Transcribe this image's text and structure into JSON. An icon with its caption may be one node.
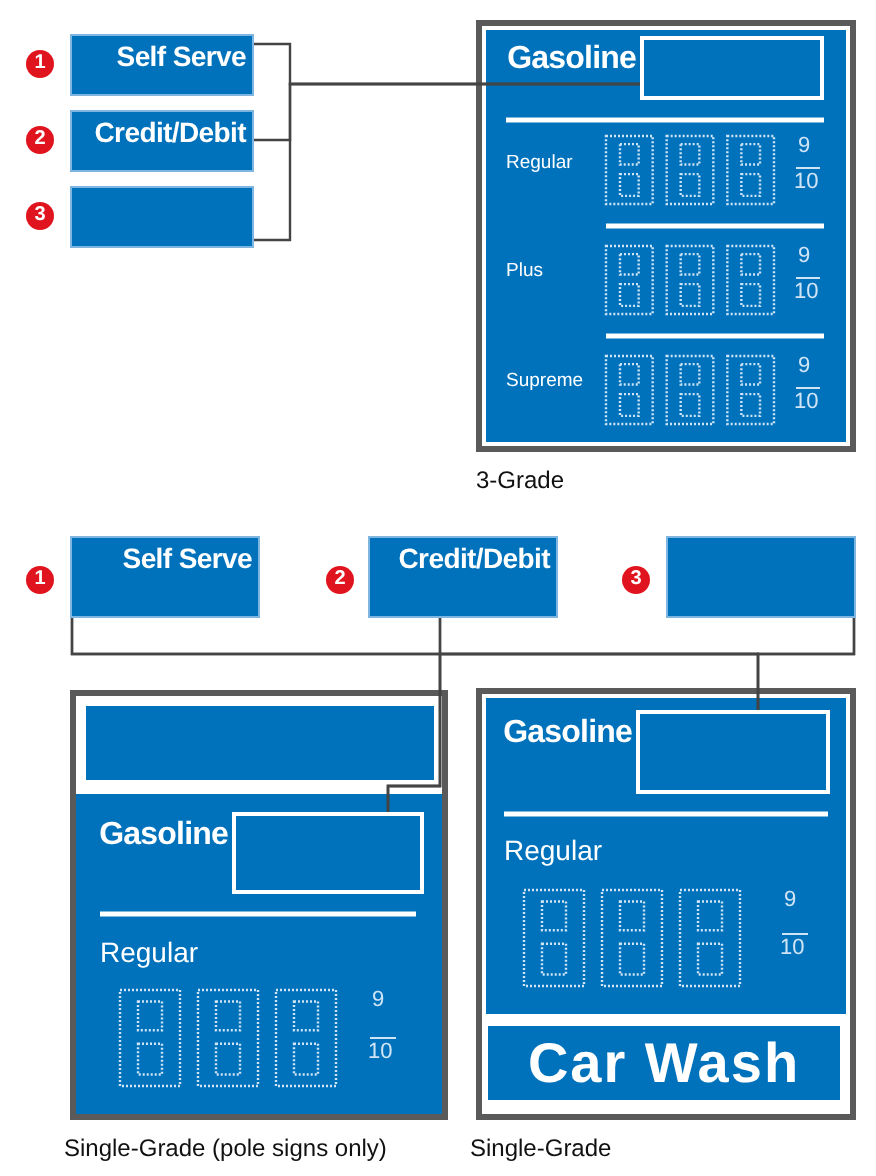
{
  "diagram": {
    "nodes": [
      {
        "text": [
          "Self Serve"
        ]
      },
      {
        "text": [
          "Credit/Debit"
        ]
      },
      {
        "text": [],
        "shape": "box"
      },
      {
        "text": [
          "3-Grade"
        ]
      },
      {
        "text": [],
        "shape": "box",
        "in": 3,
        "beside": [
          "Gasoline"
        ]
      },
      {
        "text": [
          "Self Serve"
        ]
      },
      {
        "text": [
          "Credit/Debit"
        ]
      },
      {
        "text": [],
        "shape": "box"
      },
      {
        "text": [
          "Single-Grade (pole signs only)"
        ]
      },
      {
        "text": [],
        "shape": "box",
        "in": 8
      },
      {
        "text": [],
        "shape": "box",
        "in": 8,
        "beside": [
          "Gasoline"
        ]
      },
      {
        "text": [
          "Single-Grade"
        ]
      },
      {
        "text": [],
        "shape": "box",
        "in": 11,
        "beside": [
          "Gasoline"
        ]
      },
      {
        "text": [
          "Car Wash"
        ],
        "in": 11
      }
    ],
    "edges": [
      {
        "from": 0,
        "to": 4,
        "arrow": "none"
      },
      {
        "from": 1,
        "to": 4,
        "arrow": "none"
      },
      {
        "from": 2,
        "to": 4,
        "arrow": "none"
      },
      {
        "from": 5,
        "to": 10,
        "arrow": "none"
      },
      {
        "from": 5,
        "to": 12,
        "arrow": "none"
      },
      {
        "from": 6,
        "to": 10,
        "arrow": "none"
      },
      {
        "from": 6,
        "to": 12,
        "arrow": "none"
      },
      {
        "from": 7,
        "to": 10,
        "arrow": "none"
      },
      {
        "from": 7,
        "to": 12,
        "arrow": "none"
      }
    ],
    "labels": [
      "1",
      "2",
      "3",
      "Regular",
      "9",
      "10",
      "Plus",
      "9",
      "10",
      "Supreme",
      "9",
      "10",
      "1",
      "2",
      "3",
      "Regular",
      "9",
      "10",
      "Regular",
      "9",
      "10"
    ]
  }
}
